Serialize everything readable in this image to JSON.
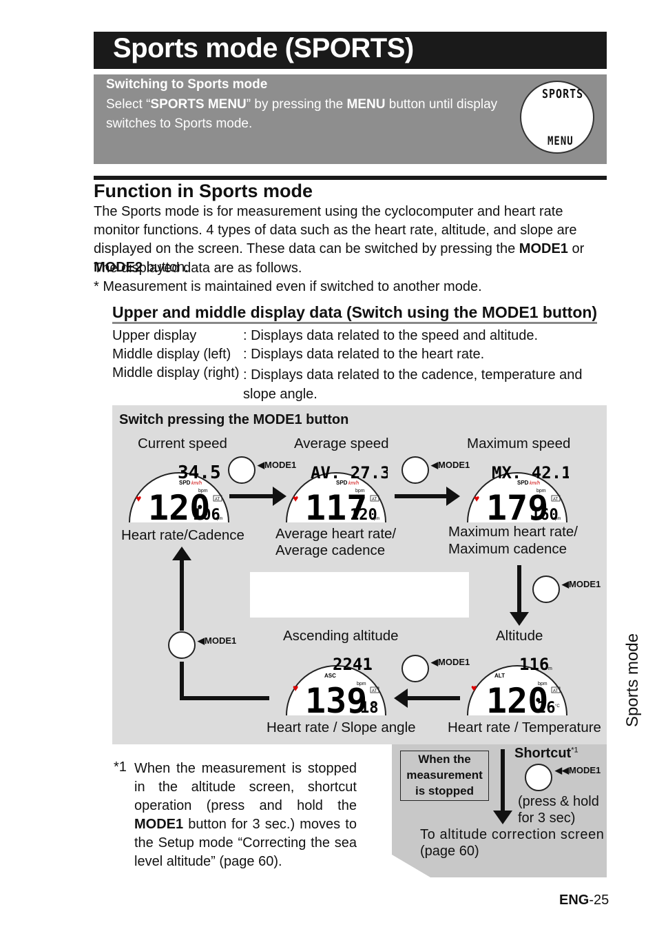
{
  "title": "Sports mode (SPORTS)",
  "switching": {
    "heading": "Switching to Sports mode",
    "text_1": "Select “",
    "text_bold_1": "SPORTS MENU",
    "text_2": "” by pressing the ",
    "text_bold_2": "MENU",
    "text_3": " button until display switches to Sports mode.",
    "display_top": "SPORTS",
    "display_bottom": "MENU"
  },
  "function": {
    "heading": "Function in Sports mode",
    "p1": "The Sports mode is for measurement using the cyclocomputer and heart rate monitor functions. 4 types of data such as the heart rate, altitude, and slope are displayed on the screen. These data can be switched by pressing the ",
    "p1_bold_a": "MODE1",
    "p1_or": " or ",
    "p1_bold_b": "MODE2",
    "p1_end": " button.",
    "p2": "The displayed data are as follows.",
    "p3": "* Measurement is maintained even if switched to another mode."
  },
  "upper_middle": {
    "heading": "Upper and middle display data (Switch using the MODE1 button)",
    "rows": [
      {
        "label": "Upper display",
        "desc": ": Displays data related to the speed and altitude."
      },
      {
        "label": "Middle display (left)",
        "desc": ": Displays data related to the heart rate."
      },
      {
        "label": "Middle display (right)",
        "desc": ": Displays data related to the cadence, temperature and slope angle."
      }
    ]
  },
  "diagram": {
    "heading": "Switch pressing the MODE1 button",
    "button_label": "MODE1",
    "screens": {
      "current": {
        "top_label": "Current speed",
        "bottom_label": "Heart rate/Cadence",
        "upper": "34.5",
        "mid_left": "120",
        "mid_right": "106",
        "upper_tag": "SPD",
        "upper_unit": "km/h"
      },
      "average": {
        "top_label": "Average speed",
        "bottom_label_1": "Average  heart  rate/",
        "bottom_label_2": "Average cadence",
        "upper": "AV.  27.3",
        "mid_left": "117",
        "mid_right": "120",
        "upper_tag": "SPD",
        "upper_unit": "km/h"
      },
      "maximum": {
        "top_label": "Maximum speed",
        "bottom_label_1": "Maximum  heart  rate/",
        "bottom_label_2": "Maximum cadence",
        "upper": "MX.  42.1",
        "mid_left": "179",
        "mid_right": "160",
        "upper_tag": "SPD",
        "upper_unit": "km/h"
      },
      "altitude": {
        "top_label": "Altitude",
        "bottom_label": "Heart rate / Temperature",
        "upper": "116",
        "mid_left": "120",
        "mid_right": "26",
        "upper_tag": "ALT",
        "upper_unit": "m",
        "right_unit": "°C"
      },
      "ascending": {
        "top_label": "Ascending altitude",
        "bottom_label": "Heart rate / Slope angle",
        "upper": "2241",
        "mid_left": "139",
        "mid_right": "18",
        "upper_tag": "ASC",
        "upper_unit": "m",
        "right_unit": "%"
      }
    },
    "bpm": "bpm",
    "rpm": "rpm",
    "at": "AT"
  },
  "footnote": {
    "marker": "*1",
    "text_1": "When the measurement is stopped in the altitude screen, shortcut operation (press and hold the ",
    "bold": "MODE1",
    "text_2": " button for 3 sec.) moves to the Setup mode “Correcting the sea level altitude” (page 60)."
  },
  "shortcut": {
    "stopped_box": "When the measurement is stopped",
    "label": "Shortcut",
    "sup": "*1",
    "button": "MODE1",
    "press": "(press & hold for 3 sec)",
    "dest_1": "To altitude correction screen",
    "dest_2": "(page 60)"
  },
  "side_tab": "Sports mode",
  "page": {
    "prefix": "ENG",
    "number": "-25"
  }
}
